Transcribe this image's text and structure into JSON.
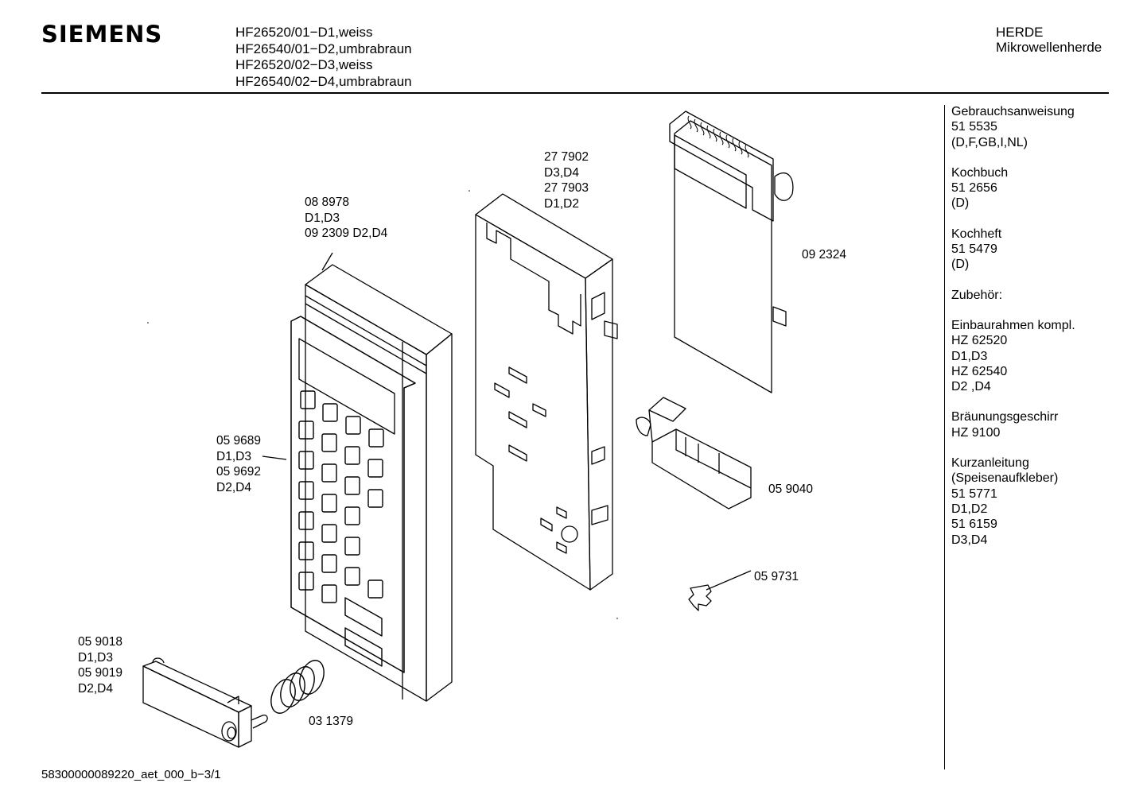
{
  "header": {
    "brand": "SIEMENS",
    "models": [
      "HF26520/01−D1,weiss",
      "HF26540/01−D2,umbrabraun",
      "HF26520/02−D3,weiss",
      "HF26540/02−D4,umbrabraun"
    ],
    "category": [
      "HERDE",
      "Mikrowellenherde"
    ]
  },
  "sidebar": {
    "groups": [
      {
        "lines": [
          "Gebrauchsanweisung",
          "51 5535",
          "(D,F,GB,I,NL)"
        ]
      },
      {
        "lines": [
          "Kochbuch",
          "51 2656",
          "(D)"
        ]
      },
      {
        "lines": [
          "Kochheft",
          "51 5479",
          "(D)"
        ]
      },
      {
        "lines": [
          "Zubehör:"
        ]
      },
      {
        "lines": [
          "Einbaurahmen kompl.",
          "HZ 62520",
          "D1,D3",
          "HZ 62540",
          "D2 ,D4"
        ]
      },
      {
        "lines": [
          "Bräunungsgeschirr",
          "HZ 9100"
        ]
      },
      {
        "lines": [
          "Kurzanleitung",
          "(Speisenaufkleber)",
          "51 5771",
          "D1,D2",
          "51 6159",
          "D3,D4"
        ]
      }
    ]
  },
  "callouts": {
    "panel_frame": [
      "08 8978",
      "D1,D3",
      "09 2309 D2,D4"
    ],
    "housing": [
      "27 7902",
      "D3,D4",
      "27 7903",
      "D1,D2"
    ],
    "pcb": [
      "09 2324"
    ],
    "foil": [
      "05 9689",
      "D1,D3",
      "05 9692",
      "D2,D4"
    ],
    "latch": [
      "05 9040"
    ],
    "clip": [
      "05 9731"
    ],
    "button": [
      "05 9018",
      "D1,D3",
      "05 9019",
      "D2,D4"
    ],
    "spring": [
      "03 1379"
    ]
  },
  "footer": {
    "doc_id": "58300000089220_aet_000_b−3/1"
  }
}
